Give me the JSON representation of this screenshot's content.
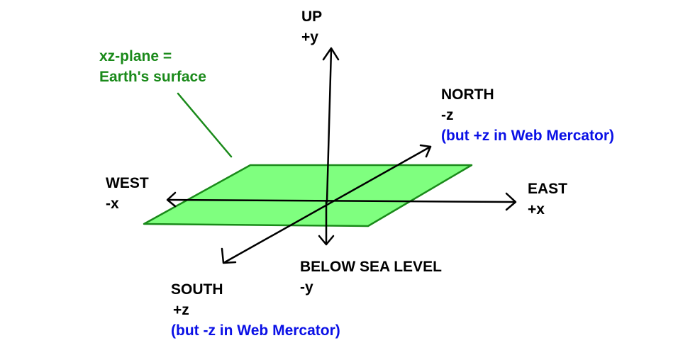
{
  "colors": {
    "axis": "#000000",
    "plane_fill": "#7fff7f",
    "plane_edge": "#1a8a1a",
    "plane_label": "#1a8a1a",
    "web_mercator_note": "#0a10e6"
  },
  "plane_label": {
    "line1": "xz-plane =",
    "line2": "Earth's surface"
  },
  "axes": {
    "up": {
      "name": "UP",
      "sign": "+y"
    },
    "down": {
      "name": "BELOW SEA LEVEL",
      "sign": "-y"
    },
    "east": {
      "name": "EAST",
      "sign": "+x"
    },
    "west": {
      "name": "WEST",
      "sign": "-x"
    },
    "north": {
      "name": "NORTH",
      "sign": "-z",
      "note": "(but +z in Web Mercator)"
    },
    "south": {
      "name": "SOUTH",
      "sign": "+z",
      "note": "(but -z in Web Mercator)"
    }
  }
}
